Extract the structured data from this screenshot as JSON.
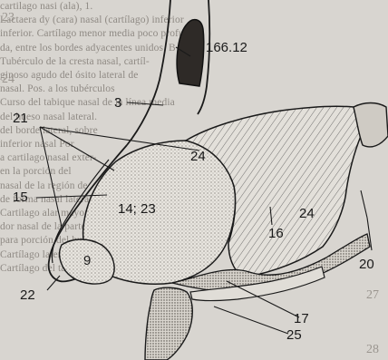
{
  "labels": {
    "l166": "166.12",
    "l3": "3",
    "l21": "21",
    "l24a": "24",
    "l15": "15",
    "l1423": "14; 23",
    "l24b": "24",
    "l16": "16",
    "l9": "9",
    "l20": "20",
    "l22": "22",
    "l17": "17",
    "l25": "25"
  },
  "bg_numbers": [
    "23",
    "24",
    "27",
    "28"
  ],
  "bg_text": [
    "cartilago nasi (ala), 1.",
    "Lactaera dy (cara) nasal (cartílago) inferior",
    "inferior. Cartílago menor media poco profu",
    "da, entre los bordes adyacentes unidos. B",
    "Tubérculo de la cresta nasal, cartíl-",
    "ginoso agudo del ósito lateral de",
    "nasal. Pos. a los tubérculos",
    "Curso del tabique nasal de la línea media",
    "del hueso nasal lateral.",
    "del borde lateral, sobre",
    "inferior nasal Por",
    "a cartilago nasal exter-",
    "en la porción del",
    "nasal de la región de",
    "de forma nasal lateral",
    "Cartilago alar mayor. Apoya el",
    "dor nasal de la parte del ala. Su borde",
    "para porción del hueso pequeño lado. B",
    "Cartílago lateral de la nariz. del",
    "Cartílago del tabique nasal inferior"
  ]
}
